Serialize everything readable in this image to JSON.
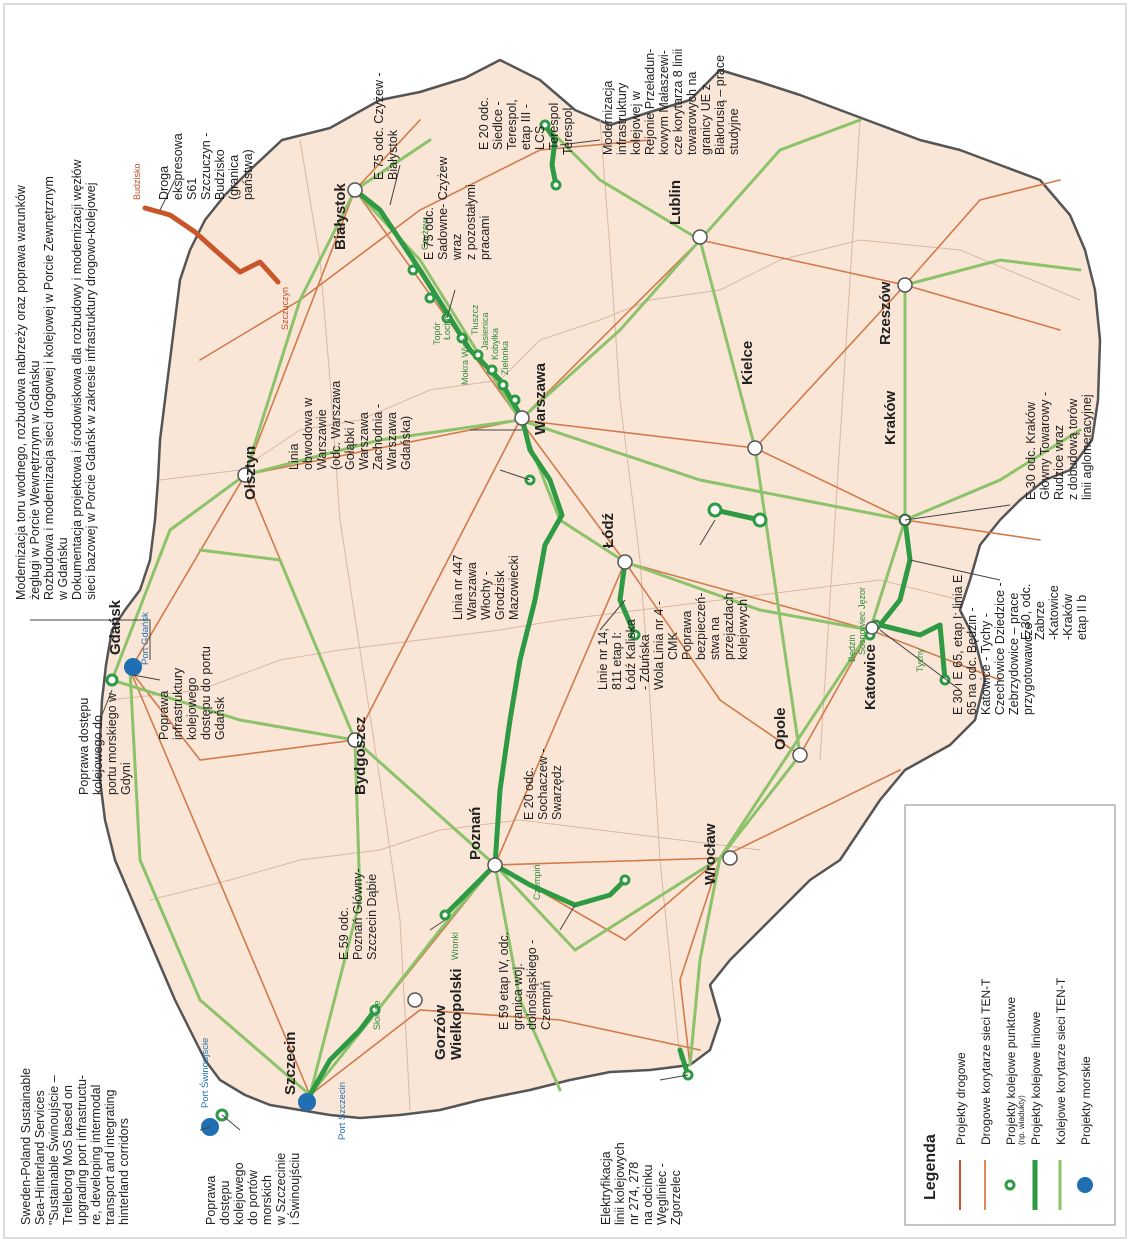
{
  "legend": {
    "title": "Legenda",
    "items": [
      {
        "label": "Projekty drogowe",
        "sub": "",
        "symbol": "road-project",
        "color": "#c9552b"
      },
      {
        "label": "Drogowe korytarze sieci TEN-T",
        "sub": "",
        "symbol": "road-corridor",
        "color": "#e08a5a"
      },
      {
        "label": "Projekty kolejowe punktowe",
        "sub": "(np. wiadukty)",
        "symbol": "rail-point",
        "color": "#2e9a44"
      },
      {
        "label": "Projekty kolejowe liniowe",
        "sub": "",
        "symbol": "rail-line",
        "color": "#2e9a44"
      },
      {
        "label": "Kolejowe korytarze sieci TEN-T",
        "sub": "",
        "symbol": "rail-corridor",
        "color": "#8cc26a"
      },
      {
        "label": "Projekty morskie",
        "sub": "",
        "symbol": "sea-project",
        "color": "#1f6fb2"
      }
    ]
  },
  "cities": [
    {
      "name": "Gdańsk"
    },
    {
      "name": "Olsztyn"
    },
    {
      "name": "Białystok"
    },
    {
      "name": "Warszawa"
    },
    {
      "name": "Lublin"
    },
    {
      "name": "Rzeszów"
    },
    {
      "name": "Kielce"
    },
    {
      "name": "Kraków"
    },
    {
      "name": "Łódź"
    },
    {
      "name": "Katowice"
    },
    {
      "name": "Opole"
    },
    {
      "name": "Wrocław"
    },
    {
      "name": "Poznań"
    },
    {
      "name": "Bydgoszcz"
    },
    {
      "name": "Szczecin"
    },
    {
      "name": "Gorzów Wielkopolski"
    }
  ],
  "small_labels": [
    "Budzisko",
    "Szczuczyn",
    "Czyżew",
    "Topór",
    "Łochów",
    "Mokra Wieś",
    "Tłuszcz",
    "Jasienica",
    "Kobyłka",
    "Zielonka",
    "Terespol",
    "Port Gdańsk",
    "Port Świnoujście",
    "Port Szczecin",
    "Słonice",
    "Wronki",
    "Czempiń",
    "Będzin",
    "Sosnowiec Jęzor",
    "Tychy"
  ],
  "notes": {
    "gdansk_port": [
      "Modernizacja toru wodnego, rozbudowa nabrzeży oraz poprawa warunków",
      "żeglugi w Porcie Wewnętrznym w Gdańsku",
      "Rozbudowa i modernizacja sieci drogowej i kolejowej w Porcie Zewnętrznym",
      "w Gdańsku",
      "Dokumentacja projektowa i środowiskowa dla rozbudowy i modernizacji węzłów",
      "sieci bazowej w Porcie Gdańsk w zakresie infrastruktury drogowo-kolejowej"
    ],
    "s61": [
      "Droga",
      "ekspresowa",
      "S61",
      "Szczuczyn -",
      "Budzisko",
      "(granica",
      "państwa)"
    ],
    "e75_bialystok": [
      "E 75 odc. Czyżew -",
      "Białystok"
    ],
    "e75_sadowne": [
      "E 75 odc.",
      "Sadowne- Czyżew",
      "wraz",
      "z pozostałymi",
      "pracami"
    ],
    "e20_terespol": [
      "E 20 odc.",
      "Siedlce -",
      "Terespol,",
      "etap III -",
      "LCS",
      "Terespol"
    ],
    "malaszewicze": [
      "Modernizacja",
      "infrastruktury",
      "kolejowej w",
      "Rejonie Przeładun-",
      "kowym Małaszewi-",
      "cze korytarza 8 linii",
      "towarowych na",
      "granicy UE z",
      "Białorusią – prace",
      "studyjne"
    ],
    "obwodowa": [
      "Linia",
      "obwodowa w",
      "Warszawie",
      "(odc. Warszawa",
      "Gołąbki /",
      "Warszawa",
      "Zachodnia -",
      "Warszawa",
      "Gdańska)"
    ],
    "line447": [
      "Linia nr 447",
      "Warszawa",
      "Włochy -",
      "Grodzisk",
      "Mazowiecki"
    ],
    "e30_krakow": [
      "E 30 odc. Kraków",
      "Główny Towarowy -",
      "Rudzice wraz",
      "z dobudową torów",
      "linii aglomeracyjnej"
    ],
    "cmk": [
      "Linia nr 4 -",
      "CMK",
      "Poprawa",
      "bezpieczeń-",
      "stwa na",
      "przejazdach",
      "kolejowych"
    ],
    "line14": [
      "Linie nr 14,",
      "811 etap I:",
      "Łódź Kaliska",
      "- Zduńska",
      "Wola"
    ],
    "e30_zabrze": [
      "E 30, odc.",
      "Zabrze",
      "-Katowice",
      "-Kraków",
      "etap II b"
    ],
    "e30_e65": [
      "E 30 i E 65, etap I: linia E",
      "65 na odc. Będzin -",
      "Katowice - Tychy -",
      "Czechowice Dziedzice -",
      "Zebrzydowice – prace",
      "przygotowawcze"
    ],
    "e20_sochaczew": [
      "E 20 odc.",
      "Sochaczew -",
      "Swarzędz"
    ],
    "gdynia": [
      "Poprawa dostępu",
      "kolejowego do",
      "portu morskiego w",
      "Gdyni"
    ],
    "port_gdansk_access": [
      "Poprawa",
      "infrastruktury",
      "kolejowego",
      "dostępu do portu",
      "Gdańsk"
    ],
    "e59_poznan": [
      "E 59 odc.",
      "Poznań Główny-",
      "Szczecin Dąbie"
    ],
    "e59_etap4": [
      "E 59 etap IV, odc.",
      "granica woj.",
      "dolnośląskiego -",
      "Czempiń"
    ],
    "sweden": [
      "Sweden-Poland Sustainable",
      "Sea-Hinterland Services",
      "\"Sustainable Świnoujście –",
      "Trelleborg MoS based on",
      "upgrading port infrastructu-",
      "re, developing intermodal",
      "transport and integrating",
      "hinterland corridors"
    ],
    "szczecin_access": [
      "Poprawa",
      "dostępu",
      "kolejowego",
      "do portów",
      "morskich",
      "w Szczecinie",
      "i Świnoujściu"
    ],
    "elektryfikacja": [
      "Elektryfikacja",
      "linii kolejowych",
      "nr 274, 278",
      "na odcinku",
      "Węgliniec -",
      "Zgorzelec"
    ]
  }
}
